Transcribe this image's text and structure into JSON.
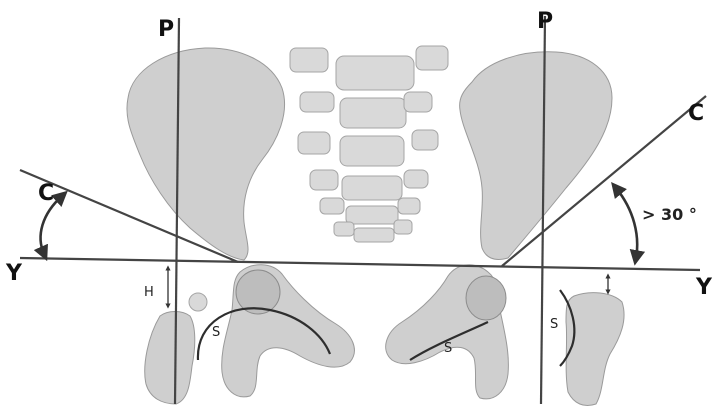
{
  "labels": {
    "p_left": "P",
    "p_right": "P",
    "c_left": "C",
    "c_right": "C",
    "y_left": "Y",
    "y_right": "Y",
    "h": "H",
    "s_left_hip": "S",
    "s_right_hip": "S",
    "s_right_femur": "S",
    "angle": "> 30 °"
  }
}
